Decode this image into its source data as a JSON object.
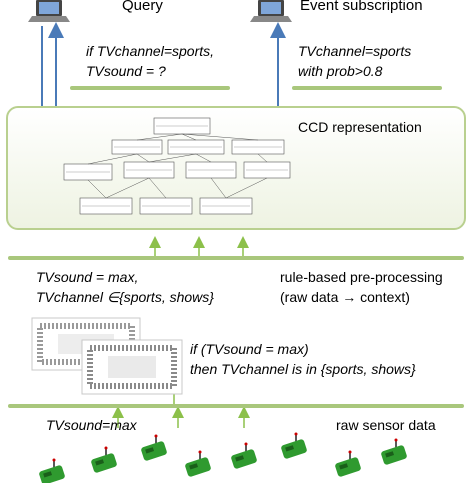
{
  "top": {
    "query_label": "Query",
    "event_label": "Event subscription",
    "query_line1": "if TVchannel=sports,",
    "query_line2": "TVsound = ?",
    "event_line1": "TVchannel=sports",
    "event_line2": "with prob>0.8"
  },
  "ccd": {
    "title": "CCD representation"
  },
  "context": {
    "line1": "TVsound = max,",
    "line2": "TVchannel ∈{sports, shows}",
    "rule_line1": "rule-based pre-processing",
    "rule_line2": "(raw data → context)"
  },
  "rule": {
    "line1": "if (TVsound = max)",
    "line2": "then TVchannel is in {sports, shows}"
  },
  "sensors": {
    "value_label": "TVsound=max",
    "raw_label": "raw sensor data"
  },
  "colors": {
    "arrow_blue": "#4a7ab8",
    "arrow_green": "#8cc04a",
    "line_green": "#a9c77c",
    "sensor_green": "#2f9a2f"
  }
}
